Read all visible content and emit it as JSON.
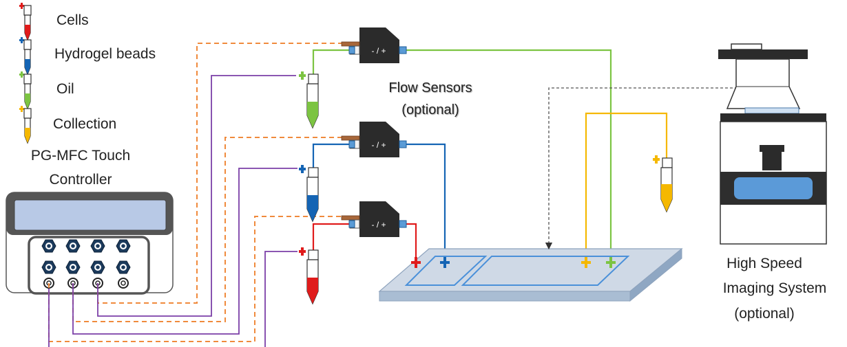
{
  "legend": [
    {
      "label": "Cells",
      "color": "#e01b1b"
    },
    {
      "label": "Hydrogel beads",
      "color": "#1464b4"
    },
    {
      "label": "Oil",
      "color": "#7cc442"
    },
    {
      "label": "Collection",
      "color": "#f5b800"
    }
  ],
  "controller": {
    "line1": "PG-MFC Touch",
    "line2": "Controller"
  },
  "flow_sensors": {
    "line1": "Flow Sensors",
    "line2": "(optional)",
    "sensor_text": "- / +"
  },
  "imaging": {
    "line1": "High Speed",
    "line2": "Imaging System",
    "line3": "(optional)"
  },
  "colors": {
    "cells": "#e01b1b",
    "beads": "#1464b4",
    "oil": "#7cc442",
    "collection": "#f5b800",
    "pressure_line": "#f08a3c",
    "signal_line": "#7b3fa8",
    "chip": "#c9d6e6",
    "channel": "#4a90d9"
  }
}
